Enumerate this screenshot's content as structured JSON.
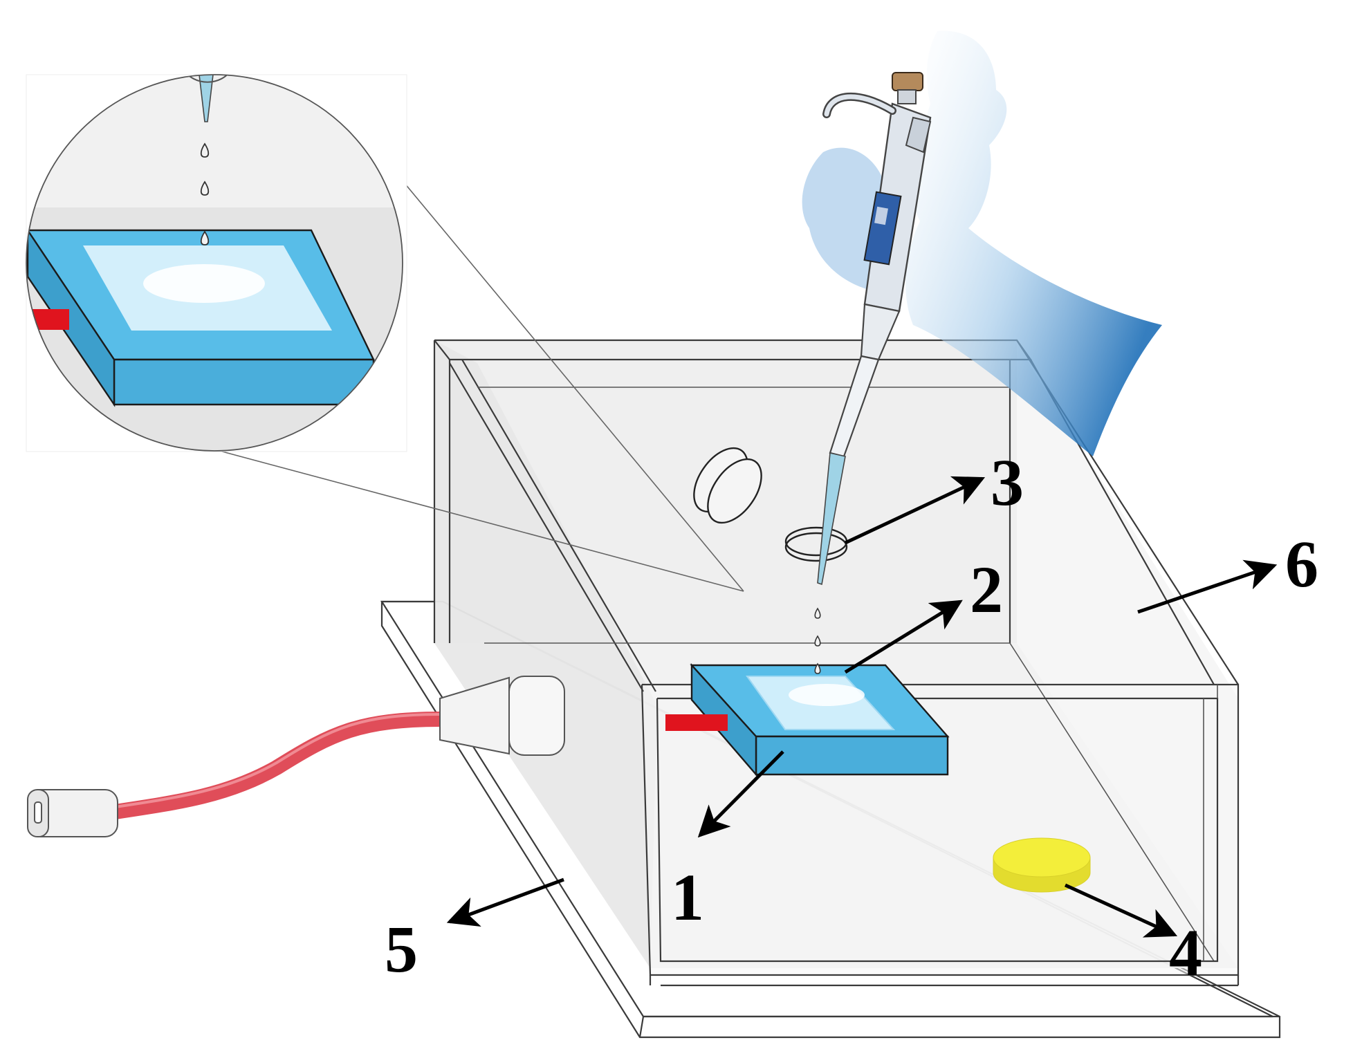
{
  "labels": {
    "one": "1",
    "two": "2",
    "three": "3",
    "four": "4",
    "five": "5",
    "six": "6"
  },
  "colors": {
    "chamber_glass": "#e9e9e9",
    "base_plate": "#ffffff",
    "sample_stage": "#58bde8",
    "sample_stage_side": "#4aaedb",
    "stage_outline": "#1b1b1b",
    "heater_connector": "#e0141e",
    "cable": "#e04d59",
    "desiccant_tablet": "#f3ee3a",
    "glove": "#1f70b8",
    "pipette_body": "#dfe5ec",
    "droplet": "#f2f2f2"
  },
  "icons": {
    "pipette": "pipette-icon",
    "gloved_hand": "gloved-hand-icon",
    "cable_plug": "cable-plug-icon",
    "magnifier_inset": "magnifier-inset"
  }
}
